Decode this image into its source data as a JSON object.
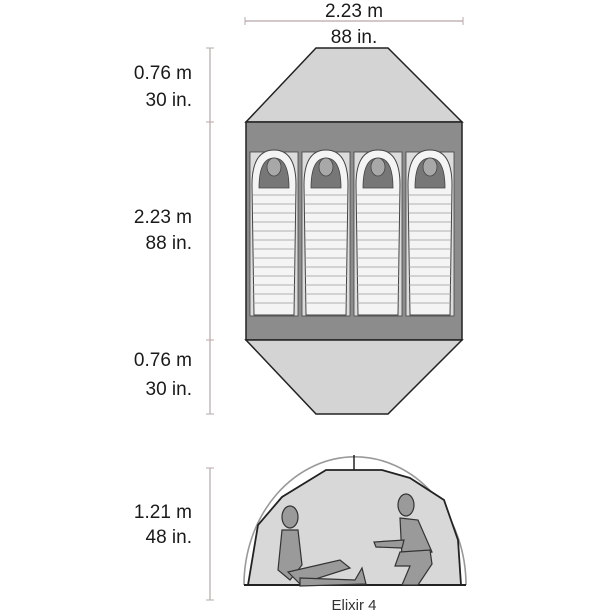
{
  "width_label": {
    "metric": "2.23 m",
    "imperial": "88 in."
  },
  "length_labels": [
    {
      "metric": "0.76 m",
      "imperial": "30 in."
    },
    {
      "metric": "2.23 m",
      "imperial": "88 in."
    },
    {
      "metric": "0.76 m",
      "imperial": "30 in."
    }
  ],
  "height_label": {
    "metric": "1.21 m",
    "imperial": "48 in."
  },
  "caption": "Elixir 4",
  "sleeper_count": 4,
  "colors": {
    "vestibule": "#d4d4d4",
    "body": "#8c8c8c",
    "pad": "#dcdcdc",
    "line": "#222222",
    "dim_line": "#b8a8a8"
  }
}
